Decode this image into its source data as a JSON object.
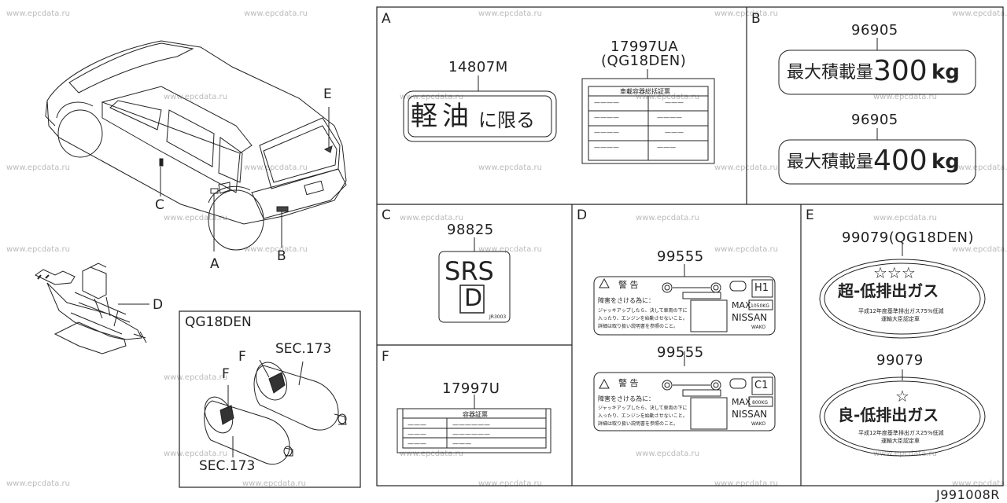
{
  "watermark": "www.epcdata.ru",
  "diagram_id": "J991008R",
  "panels": {
    "A": {
      "letter": "A",
      "left_part": "14807M",
      "left_text_1": "軽",
      "left_text_2": "油",
      "left_text_3": "に限る",
      "right_part": "17997UA",
      "right_variant": "(QG18DEN)",
      "table_title": "車載容器総括証票",
      "dash_short": "———",
      "dash_med": "————",
      "dash_long": "——————"
    },
    "B": {
      "letter": "B",
      "part_1": "96905",
      "part_2": "96905",
      "kanji": "最大積載量",
      "value_1": "300",
      "value_2": "400",
      "unit": "kg"
    },
    "C": {
      "letter": "C",
      "part": "98825",
      "srs": "SRS",
      "d": "D",
      "code": "JR3003"
    },
    "D": {
      "letter": "D",
      "part_1": "99555",
      "part_2": "99555",
      "warning": "警 告",
      "warn_line": "障害をさける為に：",
      "fine_1": "ジャッキアップしたら、決して車両の下に",
      "fine_2": "入ったり、エンジンを始動させないこと。",
      "fine_3": "詳細は取り扱い説明書を参照のこと。",
      "model_1": "H1",
      "model_2": "C1",
      "max": "MAX",
      "kg_1": "1050KG",
      "kg_2": "800KG",
      "brand": "NISSAN",
      "maker": "WAKO"
    },
    "E": {
      "letter": "E",
      "part_1": "99079(QG18DEN)",
      "part_2": "99079",
      "stars_1": "☆☆☆",
      "stars_2": "☆",
      "text_1": "超-低排出ガス",
      "text_2": "良-低排出ガス",
      "sub_1a": "平成12年度基準排出ガス75%低減",
      "sub_1b": "運輸大臣認定車",
      "sub_2a": "平成12年度基準排出ガス25%低減",
      "sub_2b": "運輸大臣認定車"
    },
    "F": {
      "letter": "F",
      "part": "17997U",
      "table_title": "容器証票"
    },
    "qg": {
      "title": "QG18DEN",
      "f1": "F",
      "f2": "F",
      "sec1": "SEC.173",
      "sec2": "SEC.173"
    }
  },
  "callouts": {
    "A": "A",
    "B": "B",
    "C": "C",
    "D": "D",
    "E": "E"
  }
}
